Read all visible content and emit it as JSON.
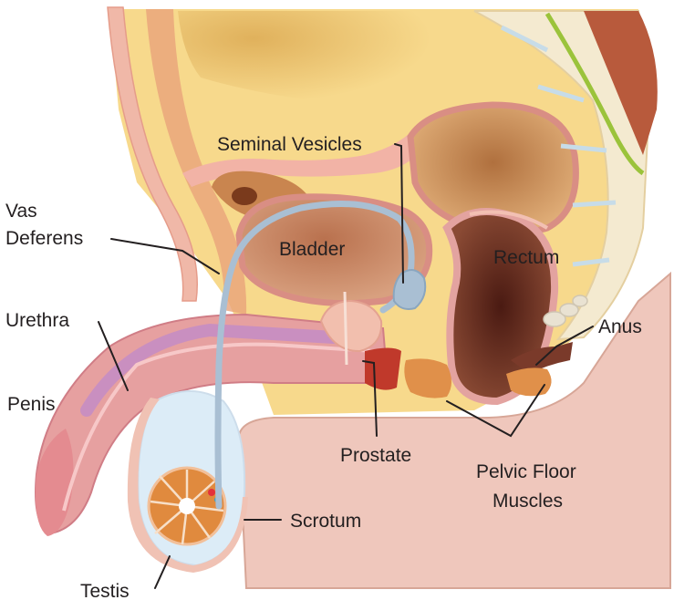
{
  "labels": {
    "seminal_vesicles": "Seminal Vesicles",
    "vas_deferens_line1": "Vas",
    "vas_deferens_line2": "Deferens",
    "bladder": "Bladder",
    "rectum": "Rectum",
    "urethra": "Urethra",
    "anus": "Anus",
    "penis": "Penis",
    "prostate": "Prostate",
    "pelvic_floor_line1": "Pelvic Floor",
    "pelvic_floor_line2": "Muscles",
    "scrotum": "Scrotum",
    "testis": "Testis"
  },
  "colors": {
    "skin": "#f0c2b4",
    "skin_dark": "#d99a8a",
    "fat": "#f7d98c",
    "fat_light": "#fbe6a8",
    "bladder": "#c98866",
    "rectum_lumen": "#5a2418",
    "urethra": "#e8848a",
    "vas_deferens": "#a9bfd3",
    "prostate": "#f2bfae",
    "muscle": "#e0904a",
    "spine_bone": "#f4ead0",
    "spine_disc": "#c7dce8",
    "nerve_green": "#9bc33b",
    "testis": "#e08a3e"
  }
}
